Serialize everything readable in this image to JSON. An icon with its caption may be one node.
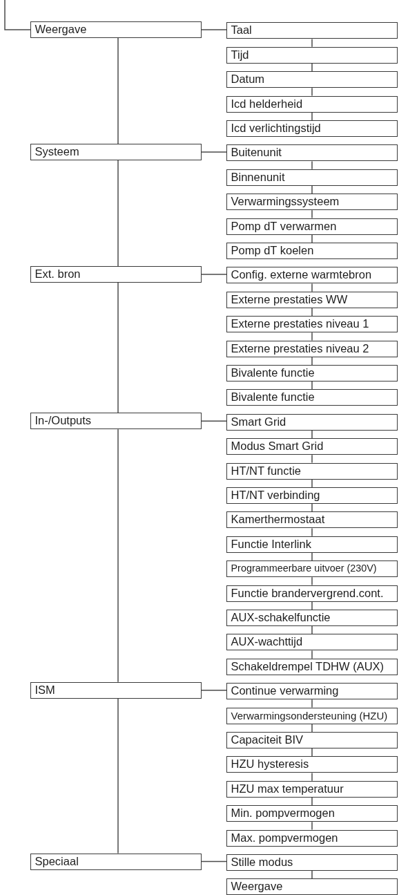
{
  "diagram": {
    "nodes": [
      {
        "text": [
          "Weergave"
        ]
      },
      {
        "text": [
          "Taal"
        ]
      },
      {
        "text": [
          "Tijd"
        ]
      },
      {
        "text": [
          "Datum"
        ]
      },
      {
        "text": [
          "Icd helderheid"
        ]
      },
      {
        "text": [
          "Icd verlichtingstijd"
        ]
      },
      {
        "text": [
          "Systeem"
        ]
      },
      {
        "text": [
          "Buitenunit"
        ]
      },
      {
        "text": [
          "Binnenunit"
        ]
      },
      {
        "text": [
          "Verwarmingssysteem"
        ]
      },
      {
        "text": [
          "Pomp dT verwarmen"
        ]
      },
      {
        "text": [
          "Pomp dT koelen"
        ]
      },
      {
        "text": [
          "Ext. bron"
        ]
      },
      {
        "text": [
          "Config. externe warmtebron"
        ]
      },
      {
        "text": [
          "Externe prestaties WW"
        ]
      },
      {
        "text": [
          "Externe prestaties niveau 1"
        ]
      },
      {
        "text": [
          "Externe prestaties niveau 2"
        ]
      },
      {
        "text": [
          "Bivalente functie"
        ]
      },
      {
        "text": [
          "Bivalente functie"
        ]
      },
      {
        "text": [
          "In-/Outputs"
        ]
      },
      {
        "text": [
          "Smart Grid"
        ]
      },
      {
        "text": [
          "Modus Smart Grid"
        ]
      },
      {
        "text": [
          "HT/NT functie"
        ]
      },
      {
        "text": [
          "HT/NT verbinding"
        ]
      },
      {
        "text": [
          "Kamerthermostaat"
        ]
      },
      {
        "text": [
          "Functie Interlink"
        ]
      },
      {
        "text": [
          "Programmeerbare uitvoer (230V)"
        ]
      },
      {
        "text": [
          "Functie brandervergrend.cont."
        ]
      },
      {
        "text": [
          "AUX-schakelfunctie"
        ]
      },
      {
        "text": [
          "AUX-wachttijd"
        ]
      },
      {
        "text": [
          "Schakeldrempel TDHW (AUX)"
        ]
      },
      {
        "text": [
          "ISM"
        ]
      },
      {
        "text": [
          "Continue verwarming"
        ]
      },
      {
        "text": [
          "Verwarmingsondersteuning (HZU)"
        ]
      },
      {
        "text": [
          "Capaciteit BIV"
        ]
      },
      {
        "text": [
          "HZU hysteresis"
        ]
      },
      {
        "text": [
          "HZU max temperatuur"
        ]
      },
      {
        "text": [
          "Min. pompvermogen"
        ]
      },
      {
        "text": [
          "Max. pompvermogen"
        ]
      },
      {
        "text": [
          "Speciaal"
        ]
      },
      {
        "text": [
          "Stille modus"
        ]
      },
      {
        "text": [
          "Weergave"
        ]
      }
    ],
    "edges": [
      {
        "from": null,
        "to": 0,
        "arrow": "none"
      },
      {
        "from": 0,
        "to": 1,
        "arrow": "none"
      },
      {
        "from": 1,
        "to": 2,
        "arrow": "none"
      },
      {
        "from": 2,
        "to": 3,
        "arrow": "none"
      },
      {
        "from": 3,
        "to": 4,
        "arrow": "none"
      },
      {
        "from": 4,
        "to": 5,
        "arrow": "none"
      },
      {
        "from": 0,
        "to": 6,
        "arrow": "none"
      },
      {
        "from": 6,
        "to": 7,
        "arrow": "none"
      },
      {
        "from": 7,
        "to": 8,
        "arrow": "none"
      },
      {
        "from": 8,
        "to": 9,
        "arrow": "none"
      },
      {
        "from": 9,
        "to": 10,
        "arrow": "none"
      },
      {
        "from": 10,
        "to": 11,
        "arrow": "none"
      },
      {
        "from": 6,
        "to": 12,
        "arrow": "none"
      },
      {
        "from": 12,
        "to": 13,
        "arrow": "none"
      },
      {
        "from": 13,
        "to": 14,
        "arrow": "none"
      },
      {
        "from": 14,
        "to": 15,
        "arrow": "none"
      },
      {
        "from": 15,
        "to": 16,
        "arrow": "none"
      },
      {
        "from": 16,
        "to": 17,
        "arrow": "none"
      },
      {
        "from": 17,
        "to": 18,
        "arrow": "none"
      },
      {
        "from": 12,
        "to": 19,
        "arrow": "none"
      },
      {
        "from": 19,
        "to": 20,
        "arrow": "none"
      },
      {
        "from": 20,
        "to": 21,
        "arrow": "none"
      },
      {
        "from": 21,
        "to": 22,
        "arrow": "none"
      },
      {
        "from": 22,
        "to": 23,
        "arrow": "none"
      },
      {
        "from": 23,
        "to": 24,
        "arrow": "none"
      },
      {
        "from": 24,
        "to": 25,
        "arrow": "none"
      },
      {
        "from": 25,
        "to": 26,
        "arrow": "none"
      },
      {
        "from": 26,
        "to": 27,
        "arrow": "none"
      },
      {
        "from": 27,
        "to": 28,
        "arrow": "none"
      },
      {
        "from": 28,
        "to": 29,
        "arrow": "none"
      },
      {
        "from": 29,
        "to": 30,
        "arrow": "none"
      },
      {
        "from": 19,
        "to": 31,
        "arrow": "none"
      },
      {
        "from": 31,
        "to": 32,
        "arrow": "none"
      },
      {
        "from": 32,
        "to": 33,
        "arrow": "none"
      },
      {
        "from": 33,
        "to": 34,
        "arrow": "none"
      },
      {
        "from": 34,
        "to": 35,
        "arrow": "none"
      },
      {
        "from": 35,
        "to": 36,
        "arrow": "none"
      },
      {
        "from": 36,
        "to": 37,
        "arrow": "none"
      },
      {
        "from": 37,
        "to": 38,
        "arrow": "none"
      },
      {
        "from": 31,
        "to": 39,
        "arrow": "none"
      },
      {
        "from": 39,
        "to": 40,
        "arrow": "none"
      },
      {
        "from": 40,
        "to": 41,
        "arrow": "none"
      }
    ]
  }
}
